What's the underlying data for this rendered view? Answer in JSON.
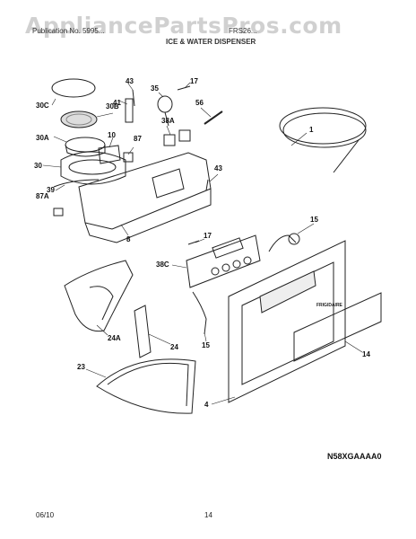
{
  "watermark": "AppliancePartsPros.com",
  "header": {
    "left": "Publication No. 5995...",
    "right": "FRS26...",
    "section": "ICE & WATER DISPENSER"
  },
  "labels": {
    "p30C": "30C",
    "p30B": "30B",
    "p30A": "30A",
    "p30": "30",
    "p39": "39",
    "p87A": "87A",
    "p43a": "43",
    "p41": "41",
    "p10": "10",
    "p87": "87",
    "p35": "35",
    "p17a": "17",
    "p56": "56",
    "p38A": "38A",
    "p43b": "43",
    "p1": "1",
    "p8": "8",
    "p17b": "17",
    "p15a": "15",
    "p38C": "38C",
    "p15b": "15",
    "p24A": "24A",
    "p24": "24",
    "p23": "23",
    "p4": "4",
    "p14": "14"
  },
  "panel_brand": "FRIGIDAIRE",
  "diagram_code": "N58XGAAAA0",
  "footer": {
    "date": "06/10",
    "page": "14"
  }
}
